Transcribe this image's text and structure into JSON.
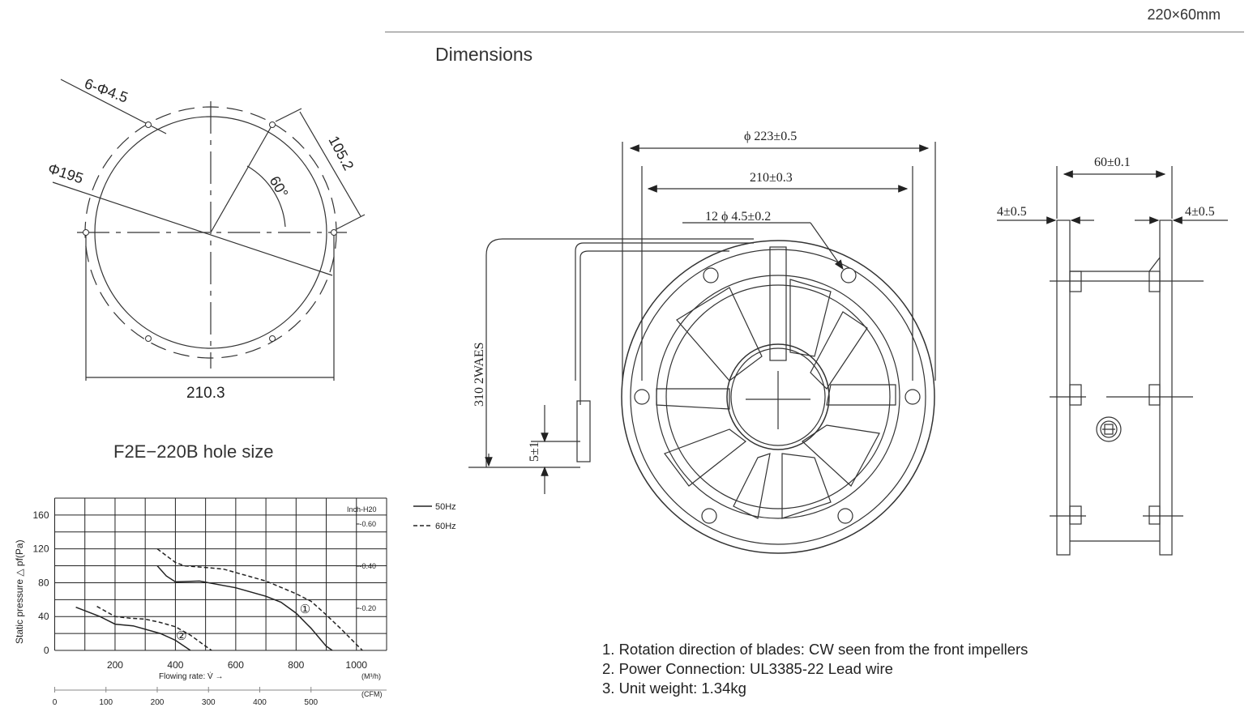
{
  "header": {
    "model_size": "220×60mm",
    "section_title": "Dimensions"
  },
  "hole_drawing": {
    "holes_label": "6-Φ4.5",
    "pcd_label": "Φ195",
    "chord_label": "105.2",
    "angle_label": "60°",
    "width_label": "210.3",
    "caption": "F2E−220B hole size"
  },
  "front_view": {
    "outer_dia": "ϕ 223±0.5",
    "hole_span": "210±0.3",
    "mount_holes": "12 ϕ 4.5±0.2",
    "lead_length": "310 2WAES",
    "lead_offset": "5±1"
  },
  "side_view": {
    "depth": "60±0.1",
    "flange_left": "4±0.5",
    "flange_right": "4±0.5"
  },
  "notes": [
    "1. Rotation direction of blades: CW seen from the front impellers",
    "2. Power Connection: UL3385-22 Lead wire",
    "3. Unit weight: 1.34kg"
  ],
  "chart_data": {
    "type": "line",
    "title": "",
    "xlabel": "Flowing rate: V̇ →",
    "xunit": "(M³/h)",
    "ylabel": "Static pressure △ pf(Pa)",
    "xlim": [
      0,
      1100
    ],
    "ylim": [
      0,
      180
    ],
    "xticks": [
      200,
      400,
      600,
      800,
      1000
    ],
    "yticks": [
      0,
      40,
      80,
      120,
      160
    ],
    "grid": true,
    "secondary_y": {
      "label": "Inch-H20",
      "ticks": [
        {
          "value": 49.8,
          "label": "0.20"
        },
        {
          "value": 99.6,
          "label": "0.40"
        },
        {
          "value": 149.4,
          "label": "0.60"
        }
      ]
    },
    "secondary_x": {
      "label": "(CFM)",
      "ticks": [
        "0",
        "100",
        "200",
        "300",
        "400",
        "500"
      ]
    },
    "legend": [
      {
        "name": "50Hz",
        "style": "solid"
      },
      {
        "name": "60Hz",
        "style": "dashed"
      }
    ],
    "legend_position": "right",
    "series": [
      {
        "name": "50Hz",
        "curve": "①",
        "style": "solid",
        "points": [
          [
            340,
            100
          ],
          [
            370,
            88
          ],
          [
            400,
            81
          ],
          [
            480,
            82
          ],
          [
            600,
            74
          ],
          [
            700,
            64
          ],
          [
            750,
            57
          ],
          [
            800,
            44
          ],
          [
            850,
            26
          ],
          [
            900,
            5
          ],
          [
            920,
            0
          ]
        ]
      },
      {
        "name": "60Hz",
        "curve": "①",
        "style": "dashed",
        "points": [
          [
            340,
            120
          ],
          [
            400,
            104
          ],
          [
            430,
            100
          ],
          [
            500,
            98
          ],
          [
            560,
            96
          ],
          [
            600,
            92
          ],
          [
            700,
            82
          ],
          [
            800,
            67
          ],
          [
            850,
            58
          ],
          [
            900,
            42
          ],
          [
            950,
            25
          ],
          [
            1000,
            7
          ],
          [
            1020,
            0
          ]
        ]
      },
      {
        "name": "50Hz",
        "curve": "②",
        "style": "solid",
        "points": [
          [
            70,
            51
          ],
          [
            150,
            40
          ],
          [
            200,
            31
          ],
          [
            260,
            29
          ],
          [
            350,
            20
          ],
          [
            400,
            12
          ],
          [
            450,
            0
          ]
        ]
      },
      {
        "name": "60Hz",
        "curve": "②",
        "style": "dashed",
        "points": [
          [
            140,
            52
          ],
          [
            200,
            40
          ],
          [
            250,
            38
          ],
          [
            300,
            37
          ],
          [
            350,
            33
          ],
          [
            400,
            28
          ],
          [
            450,
            18
          ],
          [
            500,
            5
          ],
          [
            520,
            0
          ]
        ]
      }
    ],
    "annotations": [
      {
        "text": "①",
        "x": 830,
        "y": 50
      },
      {
        "text": "②",
        "x": 420,
        "y": 18
      }
    ]
  }
}
